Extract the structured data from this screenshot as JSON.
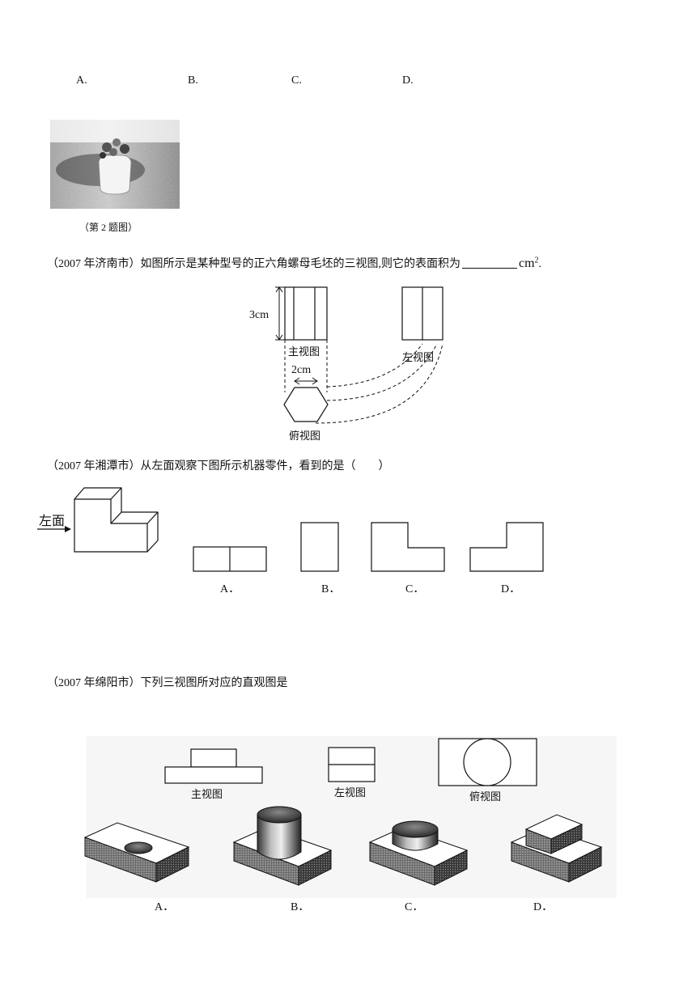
{
  "q1": {
    "options": [
      "A.",
      "B.",
      "C.",
      "D."
    ],
    "figure_caption": "（第 2 题图）"
  },
  "q2": {
    "source": "（2007 年济南市）",
    "question_pre": "如图所示是某种型号的正六角螺母毛坯的三视图,则它的表面积为",
    "unit": "cm",
    "unit_sup": "2",
    "end": ".",
    "height_label": "3cm",
    "width_label": "2cm",
    "front_view": "主视图",
    "left_view": "左视图",
    "top_view": "俯视图"
  },
  "q3": {
    "source": "（2007 年湘潭市）",
    "question": "从左面观察下图所示机器零件，看到的是（　　）",
    "left_label": "左面",
    "options": [
      "A．",
      "B．",
      "C．",
      "D．"
    ]
  },
  "q4": {
    "source": "（2007 年绵阳市）",
    "question": "下列三视图所对应的直观图是",
    "front_view": "主视图",
    "left_view": "左视图",
    "top_view": "俯视图",
    "options": [
      "A．",
      "B．",
      "C．",
      "D．"
    ]
  }
}
